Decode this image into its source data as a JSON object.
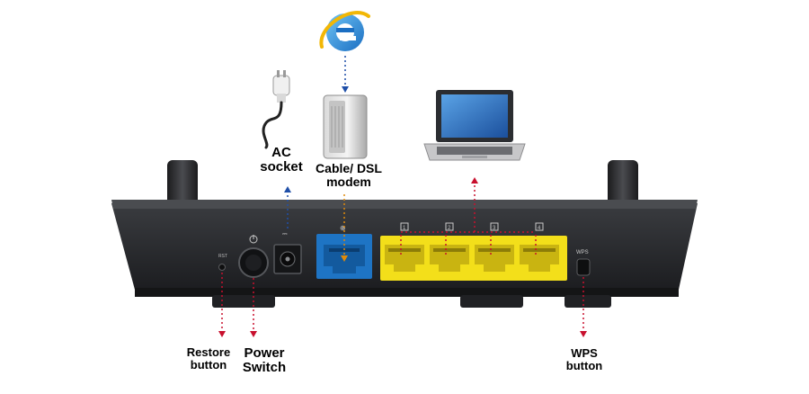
{
  "labels": {
    "ac_socket": [
      "AC",
      "socket"
    ],
    "modem": [
      "Cable/ DSL",
      "modem"
    ],
    "restore": [
      "Restore",
      "button"
    ],
    "power": [
      "Power",
      "Switch"
    ],
    "wps": [
      "WPS",
      "button"
    ]
  },
  "router_marks": {
    "rst": "RST",
    "wps_small": "WPS",
    "lan_ports": [
      "1",
      "2",
      "3",
      "4"
    ]
  },
  "colors": {
    "router_body": "#2a2c30",
    "wan_port": "#1e74c4",
    "lan_port": "#f3df1a",
    "arrow_red": "#c8102e",
    "arrow_blue": "#1f4fa8"
  }
}
